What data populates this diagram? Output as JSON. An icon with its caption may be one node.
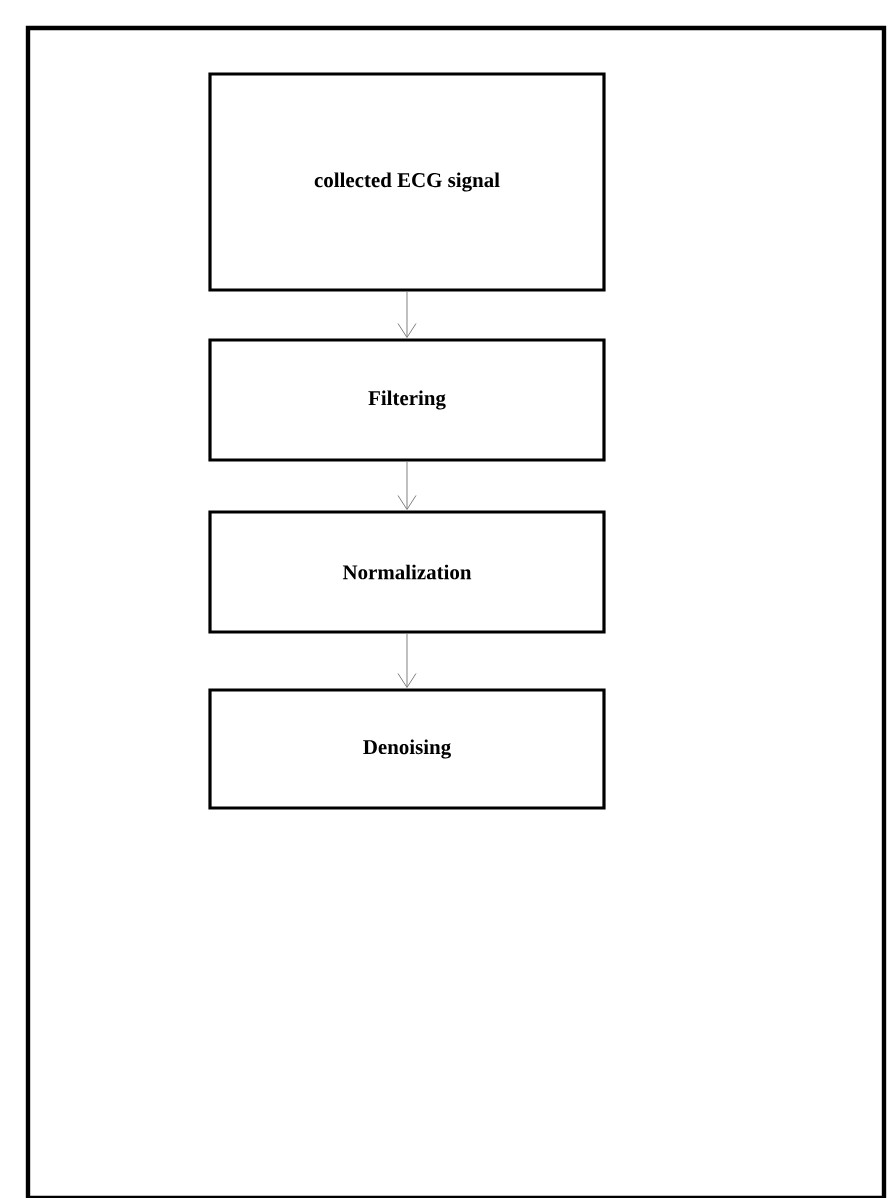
{
  "diagram": {
    "nodes": [
      {
        "text": [
          "collected ECG signal"
        ]
      },
      {
        "text": [
          "Filtering"
        ]
      },
      {
        "text": [
          "Normalization"
        ]
      },
      {
        "text": [
          "Denoising"
        ]
      }
    ],
    "edges": [
      {
        "from": 0,
        "to": 1,
        "arrow": "to"
      },
      {
        "from": 1,
        "to": 2,
        "arrow": "to"
      },
      {
        "from": 2,
        "to": 3,
        "arrow": "to"
      }
    ]
  }
}
